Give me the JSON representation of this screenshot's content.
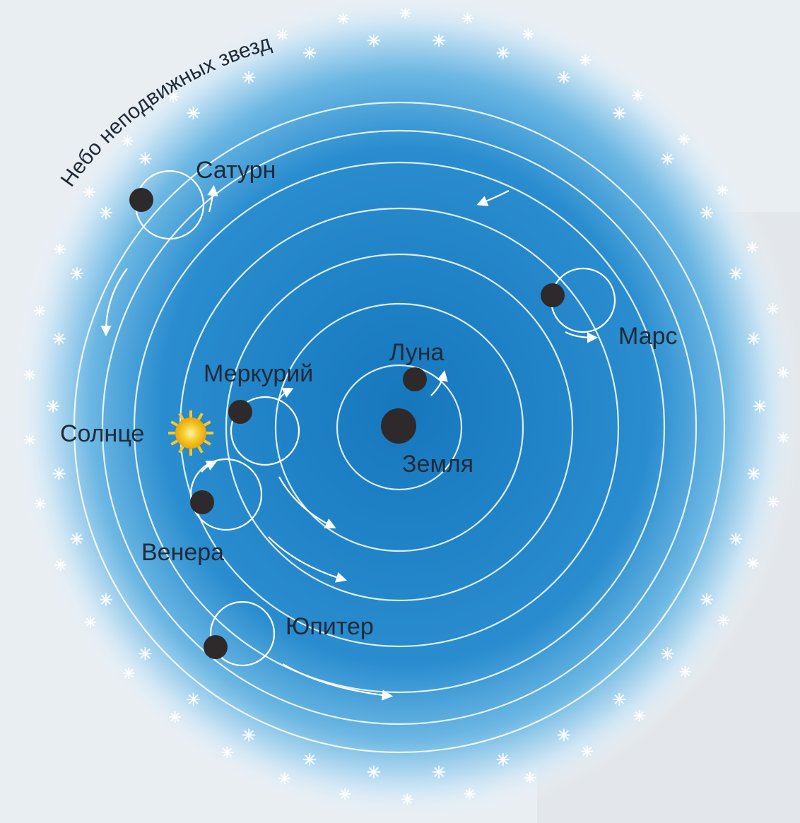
{
  "diagram": {
    "sky_label": "Небо неподвижных звезд",
    "labels": {
      "saturn": "Сатурн",
      "mars": "Марс",
      "moon": "Луна",
      "mercury": "Меркурий",
      "sun": "Солнце",
      "earth": "Земля",
      "venus": "Венера",
      "jupiter": "Юпитер"
    },
    "colors": {
      "sky_inner": "#1a7fc4",
      "sky_outer": "#ffffff",
      "orbit": "#ffffff",
      "planet": "#2e2a2c",
      "sun": "#f3c21f",
      "text": "#1f2a38",
      "page_background": "#e9eef3"
    },
    "icons": [
      "star-icon",
      "sun-icon",
      "planet-icon",
      "arrow-icon"
    ]
  }
}
